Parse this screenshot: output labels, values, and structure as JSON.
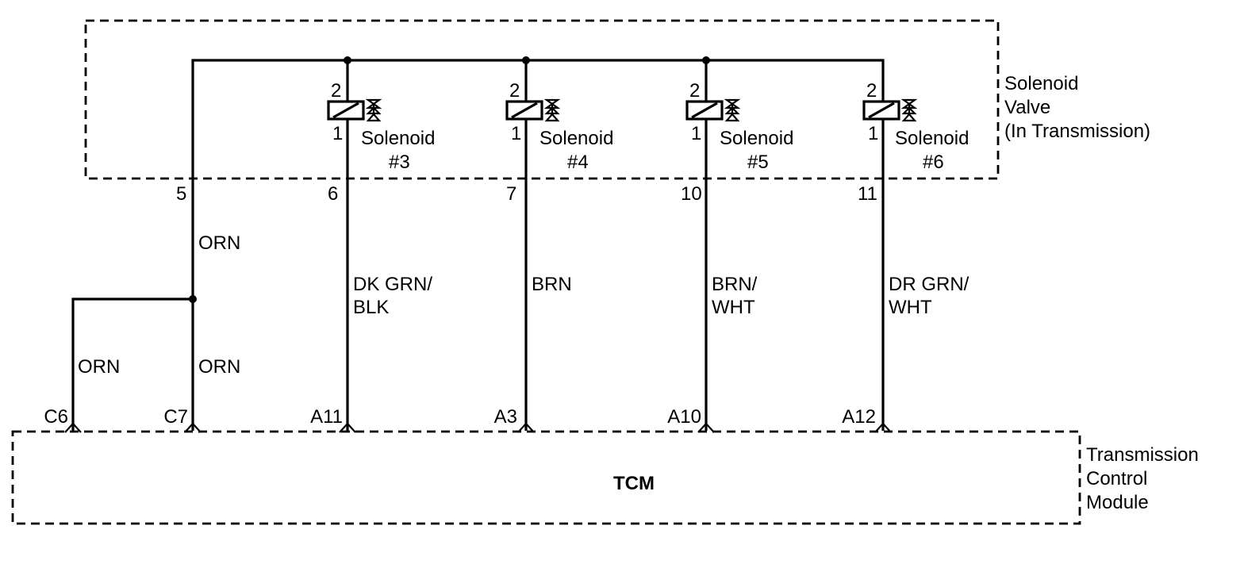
{
  "solenoid_valve": {
    "label_lines": [
      "Solenoid",
      "Valve",
      "(In Transmission)"
    ],
    "common_pin": "5",
    "solenoids": [
      {
        "top_pin": "2",
        "bottom_pin": "1",
        "name": "Solenoid",
        "number": "#3",
        "connector_pin": "6"
      },
      {
        "top_pin": "2",
        "bottom_pin": "1",
        "name": "Solenoid",
        "number": "#4",
        "connector_pin": "7"
      },
      {
        "top_pin": "2",
        "bottom_pin": "1",
        "name": "Solenoid",
        "number": "#5",
        "connector_pin": "10"
      },
      {
        "top_pin": "2",
        "bottom_pin": "1",
        "name": "Solenoid",
        "number": "#6",
        "connector_pin": "11"
      }
    ]
  },
  "wires": {
    "common_upper": "ORN",
    "common_left": "ORN",
    "common_lower": "ORN",
    "solenoid_colors": [
      [
        "DK GRN/",
        "BLK"
      ],
      [
        "BRN"
      ],
      [
        "BRN/",
        "WHT"
      ],
      [
        "DR GRN/",
        "WHT"
      ]
    ]
  },
  "tcm": {
    "name": "TCM",
    "label_lines": [
      "Transmission",
      "Control",
      "Module"
    ],
    "pins": [
      "C6",
      "C7",
      "A11",
      "A3",
      "A10",
      "A12"
    ]
  }
}
